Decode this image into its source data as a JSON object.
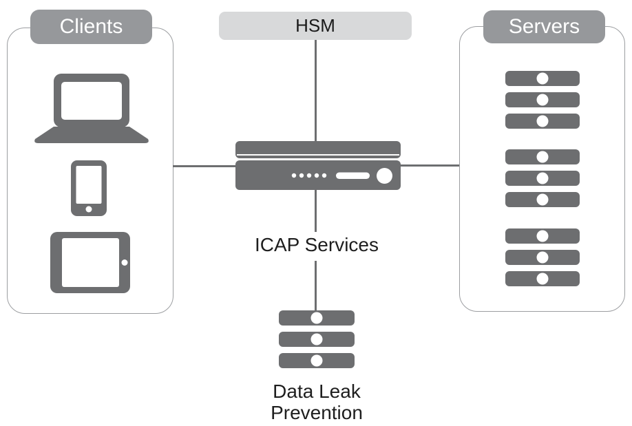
{
  "clients": {
    "label": "Clients",
    "devices": [
      "laptop",
      "smartphone",
      "tablet"
    ]
  },
  "hsm": {
    "label": "HSM"
  },
  "servers": {
    "label": "Servers",
    "groups": 3,
    "servers_per_group": 3
  },
  "appliance": {
    "type": "network-appliance",
    "front_leds": 5
  },
  "icap": {
    "label": "ICAP Services"
  },
  "dlp": {
    "line1": "Data Leak",
    "line2": "Prevention",
    "servers": 3
  },
  "connections": [
    "clients-box to appliance",
    "hsm to appliance",
    "appliance to servers-box",
    "appliance to icap-services to dlp-servers"
  ],
  "colors": {
    "icon_gray": "#6D6E70",
    "band_gray": "#96989B",
    "hsm_band_gray": "#D8D9DA",
    "box_border_gray": "#9B9DA0",
    "text_black": "#1E1E1E",
    "background": "#FFFFFF"
  }
}
